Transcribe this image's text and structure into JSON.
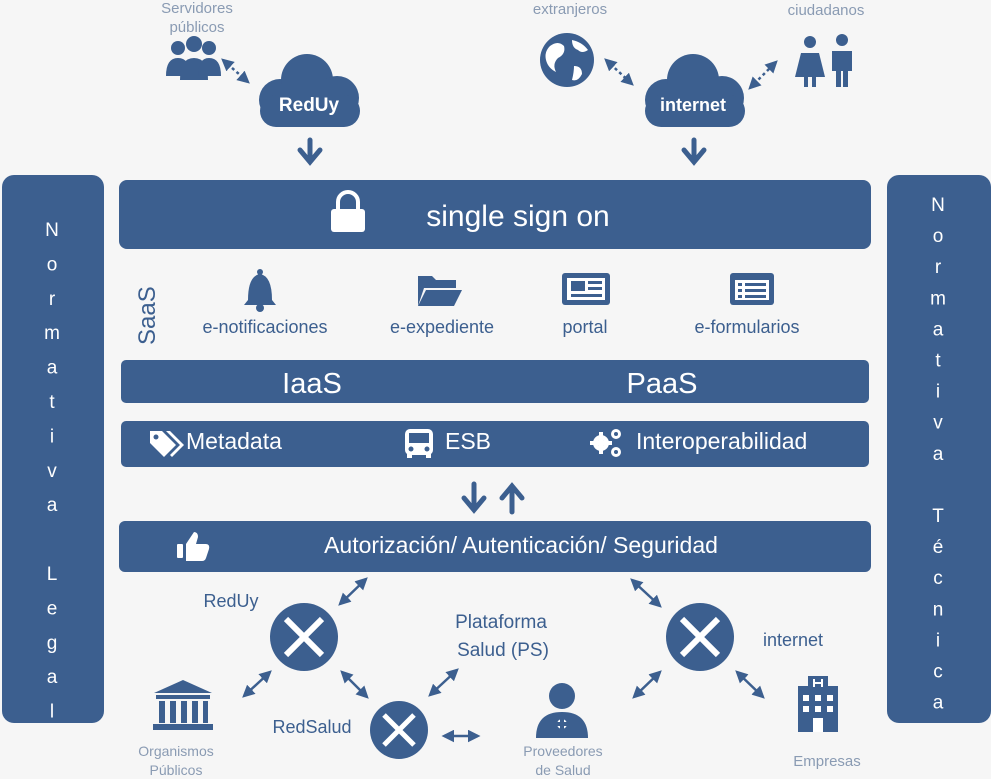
{
  "colors": {
    "primary": "#3c5f8f",
    "background": "#f6f6f6",
    "text_on_primary": "#ffffff"
  },
  "top": {
    "servidores_label_1": "Servidores",
    "servidores_label_2": "públicos",
    "reduy_cloud": "RedUy",
    "extranjeros_label": "extranjeros",
    "ciudadanos_label": "ciudadanos",
    "internet_cloud": "internet"
  },
  "side": {
    "left_letters": [
      "N",
      "o",
      "r",
      "m",
      "a",
      "t",
      "i",
      "v",
      "a",
      "",
      "L",
      "e",
      "g",
      "a",
      "l"
    ],
    "right_letters": [
      "N",
      "o",
      "r",
      "m",
      "a",
      "t",
      "i",
      "v",
      "a",
      "",
      "T",
      "é",
      "c",
      "n",
      "i",
      "c",
      "a"
    ]
  },
  "sso": {
    "label": "single sign on",
    "icon": "lock-icon"
  },
  "saas": {
    "label": "SaaS",
    "items": [
      {
        "label": "e-notificaciones",
        "icon": "bell-icon"
      },
      {
        "label": "e-expediente",
        "icon": "folder-open-icon"
      },
      {
        "label": "portal",
        "icon": "newspaper-icon"
      },
      {
        "label": "e-formularios",
        "icon": "form-list-icon"
      }
    ]
  },
  "infra": {
    "iaas": "IaaS",
    "paas": "PaaS"
  },
  "services": {
    "metadata": "Metadata",
    "esb": "ESB",
    "interop": "Interoperabilidad"
  },
  "security": {
    "label": "Autorización/  Autenticación/  Seguridad"
  },
  "network": {
    "reduy": "RedUy",
    "redsalud": "RedSalud",
    "ps_1": "Plataforma",
    "ps_2": "Salud (PS)",
    "internet": "internet",
    "organismos_1": "Organismos",
    "organismos_2": "Públicos",
    "proveedores_1": "Proveedores",
    "proveedores_2": "de Salud",
    "empresas": "Empresas"
  }
}
